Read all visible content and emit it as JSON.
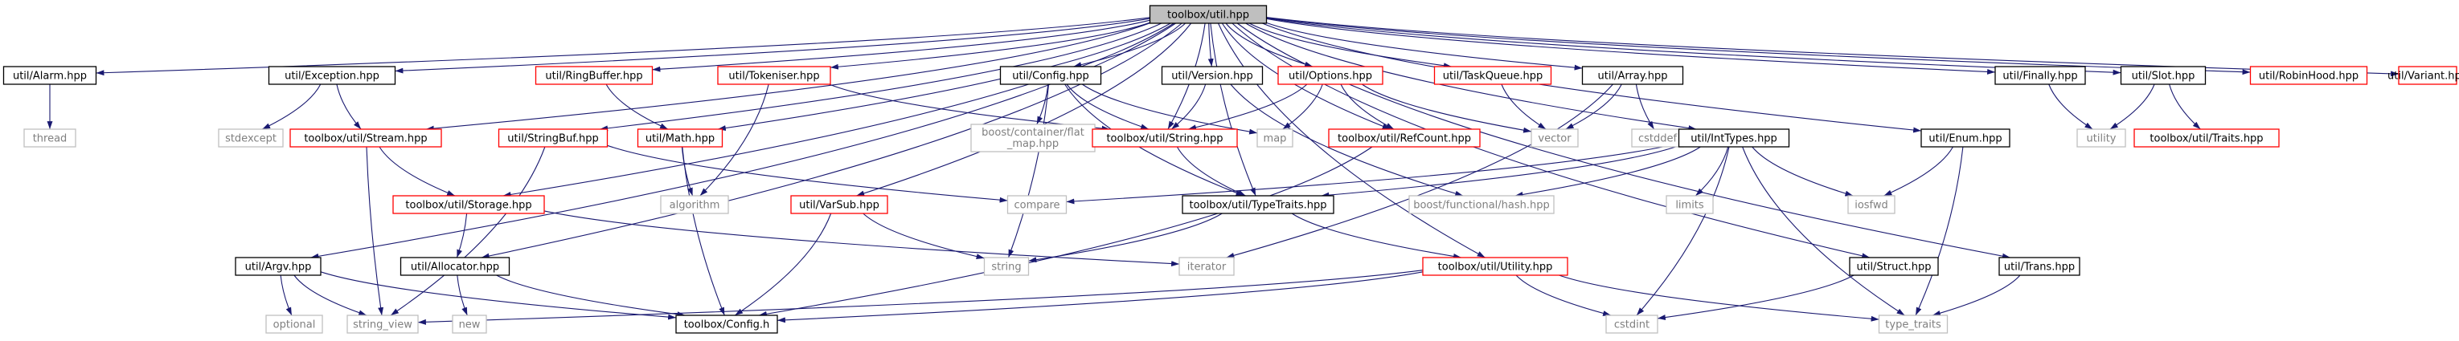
{
  "diagram": {
    "nodes": [
      {
        "id": "root",
        "label": "toolbox/util.hpp",
        "style": "root"
      },
      {
        "id": "alarm",
        "label": "util/Alarm.hpp",
        "style": "black"
      },
      {
        "id": "thread",
        "label": "thread",
        "style": "gray"
      },
      {
        "id": "exception",
        "label": "util/Exception.hpp",
        "style": "black"
      },
      {
        "id": "stdexcept",
        "label": "stdexcept",
        "style": "gray"
      },
      {
        "id": "stream",
        "label": "toolbox/util/Stream.hpp",
        "style": "red"
      },
      {
        "id": "ringbuffer",
        "label": "util/RingBuffer.hpp",
        "style": "red"
      },
      {
        "id": "tokeniser",
        "label": "util/Tokeniser.hpp",
        "style": "red"
      },
      {
        "id": "config",
        "label": "util/Config.hpp",
        "style": "black"
      },
      {
        "id": "version",
        "label": "util/Version.hpp",
        "style": "black"
      },
      {
        "id": "options",
        "label": "util/Options.hpp",
        "style": "red"
      },
      {
        "id": "taskqueue",
        "label": "util/TaskQueue.hpp",
        "style": "red"
      },
      {
        "id": "array",
        "label": "util/Array.hpp",
        "style": "black"
      },
      {
        "id": "finally",
        "label": "util/Finally.hpp",
        "style": "black"
      },
      {
        "id": "slot",
        "label": "util/Slot.hpp",
        "style": "black"
      },
      {
        "id": "robinhood",
        "label": "util/RobinHood.hpp",
        "style": "red"
      },
      {
        "id": "variant",
        "label": "util/Variant.hpp",
        "style": "red"
      },
      {
        "id": "boostflatmap",
        "label": "boost/container/flat\n_map.hpp",
        "style": "gray"
      },
      {
        "id": "map",
        "label": "map",
        "style": "gray"
      },
      {
        "id": "vector",
        "label": "vector",
        "style": "gray"
      },
      {
        "id": "stringbuf",
        "label": "util/StringBuf.hpp",
        "style": "red"
      },
      {
        "id": "math",
        "label": "util/Math.hpp",
        "style": "red"
      },
      {
        "id": "string_hpp",
        "label": "toolbox/util/String.hpp",
        "style": "red"
      },
      {
        "id": "refcount",
        "label": "toolbox/util/RefCount.hpp",
        "style": "red"
      },
      {
        "id": "cstddef",
        "label": "cstddef",
        "style": "gray"
      },
      {
        "id": "inttypes",
        "label": "util/IntTypes.hpp",
        "style": "black"
      },
      {
        "id": "enum",
        "label": "util/Enum.hpp",
        "style": "black"
      },
      {
        "id": "utility",
        "label": "utility",
        "style": "gray"
      },
      {
        "id": "traits",
        "label": "toolbox/util/Traits.hpp",
        "style": "red"
      },
      {
        "id": "storage",
        "label": "toolbox/util/Storage.hpp",
        "style": "red"
      },
      {
        "id": "algorithm",
        "label": "algorithm",
        "style": "gray"
      },
      {
        "id": "compare",
        "label": "compare",
        "style": "gray"
      },
      {
        "id": "typetraits",
        "label": "toolbox/util/TypeTraits.hpp",
        "style": "black"
      },
      {
        "id": "boosthash",
        "label": "boost/functional/hash.hpp",
        "style": "gray"
      },
      {
        "id": "limits",
        "label": "limits",
        "style": "gray"
      },
      {
        "id": "iosfwd",
        "label": "iosfwd",
        "style": "gray"
      },
      {
        "id": "varsub",
        "label": "util/VarSub.hpp",
        "style": "red"
      },
      {
        "id": "argv",
        "label": "util/Argv.hpp",
        "style": "black"
      },
      {
        "id": "allocator",
        "label": "util/Allocator.hpp",
        "style": "black"
      },
      {
        "id": "iterator",
        "label": "iterator",
        "style": "gray"
      },
      {
        "id": "string",
        "label": "string",
        "style": "gray"
      },
      {
        "id": "utilityhpp",
        "label": "toolbox/util/Utility.hpp",
        "style": "red"
      },
      {
        "id": "struct",
        "label": "util/Struct.hpp",
        "style": "black"
      },
      {
        "id": "trans",
        "label": "util/Trans.hpp",
        "style": "black"
      },
      {
        "id": "optional",
        "label": "optional",
        "style": "gray"
      },
      {
        "id": "string_view",
        "label": "string_view",
        "style": "gray"
      },
      {
        "id": "new",
        "label": "new",
        "style": "gray"
      },
      {
        "id": "toolboxconfig",
        "label": "toolbox/Config.h",
        "style": "black"
      },
      {
        "id": "cstdint",
        "label": "cstdint",
        "style": "gray"
      },
      {
        "id": "type_traits",
        "label": "type_traits",
        "style": "gray"
      }
    ],
    "edges": [
      [
        "root",
        "alarm"
      ],
      [
        "root",
        "exception"
      ],
      [
        "root",
        "stream"
      ],
      [
        "root",
        "ringbuffer"
      ],
      [
        "root",
        "tokeniser"
      ],
      [
        "root",
        "config"
      ],
      [
        "root",
        "version"
      ],
      [
        "root",
        "options"
      ],
      [
        "root",
        "taskqueue"
      ],
      [
        "root",
        "array"
      ],
      [
        "root",
        "finally"
      ],
      [
        "root",
        "slot"
      ],
      [
        "root",
        "robinhood"
      ],
      [
        "root",
        "variant"
      ],
      [
        "root",
        "stringbuf"
      ],
      [
        "root",
        "math"
      ],
      [
        "root",
        "string_hpp"
      ],
      [
        "root",
        "refcount"
      ],
      [
        "root",
        "inttypes"
      ],
      [
        "root",
        "enum"
      ],
      [
        "root",
        "storage"
      ],
      [
        "root",
        "typetraits"
      ],
      [
        "root",
        "varsub"
      ],
      [
        "root",
        "argv"
      ],
      [
        "root",
        "allocator"
      ],
      [
        "root",
        "utilityhpp"
      ],
      [
        "root",
        "struct"
      ],
      [
        "root",
        "trans"
      ],
      [
        "alarm",
        "thread"
      ],
      [
        "exception",
        "stdexcept"
      ],
      [
        "exception",
        "stream"
      ],
      [
        "stream",
        "storage"
      ],
      [
        "stream",
        "string_view"
      ],
      [
        "ringbuffer",
        "math"
      ],
      [
        "tokeniser",
        "string_hpp"
      ],
      [
        "tokeniser",
        "algorithm"
      ],
      [
        "config",
        "boostflatmap"
      ],
      [
        "config",
        "map"
      ],
      [
        "config",
        "string_hpp"
      ],
      [
        "config",
        "typetraits"
      ],
      [
        "config",
        "string"
      ],
      [
        "version",
        "string_hpp"
      ],
      [
        "version",
        "boosthash"
      ],
      [
        "options",
        "map"
      ],
      [
        "options",
        "string_hpp"
      ],
      [
        "options",
        "refcount"
      ],
      [
        "options",
        "vector"
      ],
      [
        "taskqueue",
        "vector"
      ],
      [
        "array",
        "vector"
      ],
      [
        "array",
        "cstddef"
      ],
      [
        "array",
        "iterator"
      ],
      [
        "finally",
        "utility"
      ],
      [
        "slot",
        "utility"
      ],
      [
        "slot",
        "traits"
      ],
      [
        "stringbuf",
        "compare"
      ],
      [
        "stringbuf",
        "string_view"
      ],
      [
        "math",
        "algorithm"
      ],
      [
        "math",
        "toolboxconfig"
      ],
      [
        "string_hpp",
        "typetraits"
      ],
      [
        "refcount",
        "toolboxconfig"
      ],
      [
        "inttypes",
        "compare"
      ],
      [
        "inttypes",
        "typetraits"
      ],
      [
        "inttypes",
        "boosthash"
      ],
      [
        "inttypes",
        "limits"
      ],
      [
        "inttypes",
        "iosfwd"
      ],
      [
        "inttypes",
        "cstdint"
      ],
      [
        "inttypes",
        "type_traits"
      ],
      [
        "enum",
        "iosfwd"
      ],
      [
        "enum",
        "type_traits"
      ],
      [
        "storage",
        "allocator"
      ],
      [
        "storage",
        "iterator"
      ],
      [
        "typetraits",
        "string"
      ],
      [
        "typetraits",
        "utilityhpp"
      ],
      [
        "varsub",
        "string"
      ],
      [
        "varsub",
        "toolboxconfig"
      ],
      [
        "argv",
        "optional"
      ],
      [
        "argv",
        "string_view"
      ],
      [
        "argv",
        "toolboxconfig"
      ],
      [
        "allocator",
        "new"
      ],
      [
        "allocator",
        "toolboxconfig"
      ],
      [
        "utilityhpp",
        "string_view"
      ],
      [
        "utilityhpp",
        "toolboxconfig"
      ],
      [
        "utilityhpp",
        "cstdint"
      ],
      [
        "utilityhpp",
        "type_traits"
      ],
      [
        "struct",
        "cstdint"
      ],
      [
        "trans",
        "type_traits"
      ]
    ],
    "colors": {
      "edge": "#191970",
      "root_fill": "#bfbfbf",
      "black_border": "#000000",
      "red_border": "#ff0000",
      "red_text": "#000000",
      "gray_border": "#bfbfbf",
      "gray_text": "#7f7f7f"
    }
  }
}
